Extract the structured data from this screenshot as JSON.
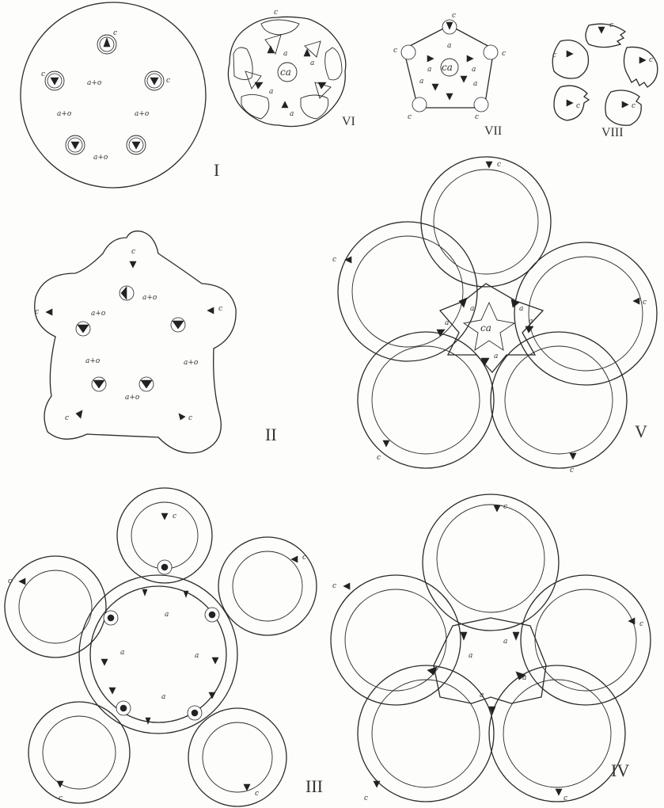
{
  "figures": {
    "I": {
      "numeral": "I",
      "marker_label": "c",
      "ring_label": "a+o"
    },
    "II": {
      "numeral": "II",
      "marker_label": "c",
      "ring_label": "a+o"
    },
    "III": {
      "numeral": "III",
      "marker_label": "c",
      "inner_label": "a"
    },
    "IV": {
      "numeral": "IV",
      "marker_label": "c",
      "inner_label": "a"
    },
    "V": {
      "numeral": "V",
      "marker_label": "c",
      "inner_label": "a",
      "center_label": "ca"
    },
    "VI": {
      "numeral": "VI",
      "marker_label": "c",
      "inner_label": "a",
      "center_label": "ca"
    },
    "VII": {
      "numeral": "VII",
      "marker_label": "c",
      "inner_label": "a",
      "center_label": "ca"
    },
    "VIII": {
      "numeral": "VIII",
      "marker_label": "c"
    }
  }
}
